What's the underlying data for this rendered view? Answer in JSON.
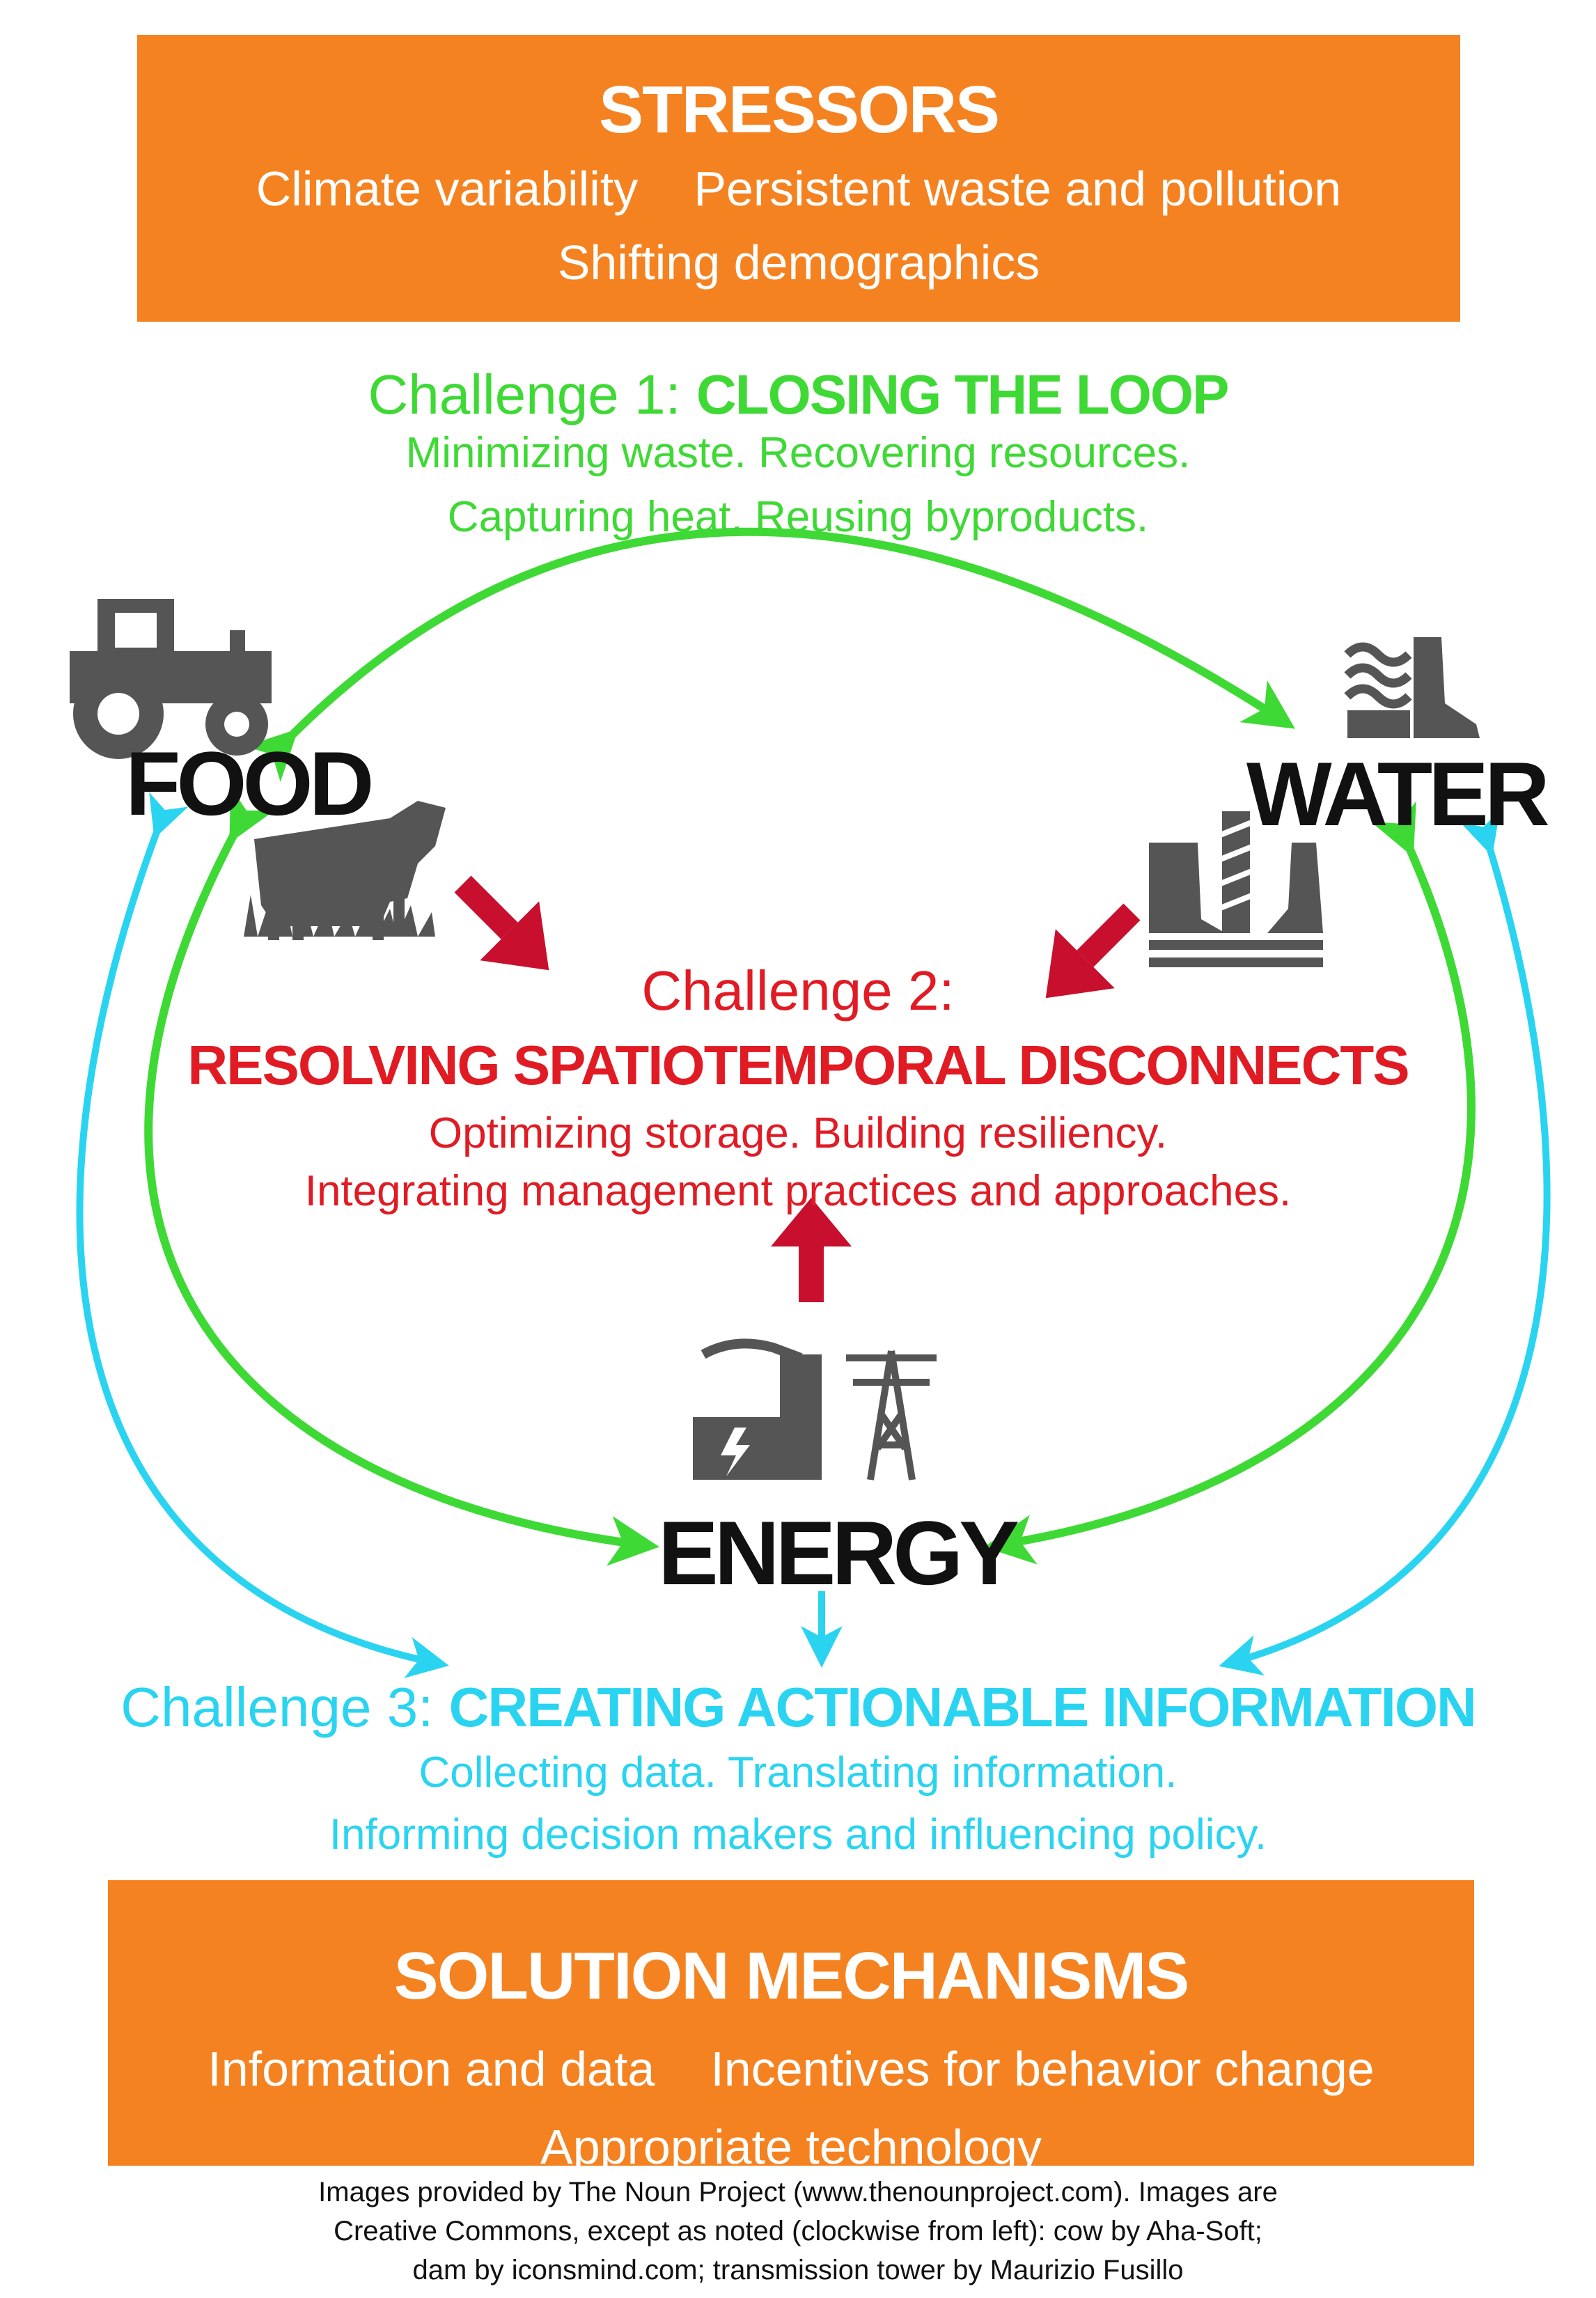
{
  "stressors": {
    "title": "STRESSORS",
    "items": [
      "Climate variability",
      "Persistent waste and pollution",
      "Shifting demographics"
    ]
  },
  "challenge1": {
    "prefix": "Challenge 1: ",
    "title": "CLOSING THE LOOP",
    "lines": [
      "Minimizing waste. Recovering resources.",
      "Capturing heat. Reusing byproducts."
    ],
    "color": "#3ed935"
  },
  "challenge2": {
    "prefix": "Challenge 2:",
    "title": "RESOLVING SPATIOTEMPORAL DISCONNECTS",
    "lines": [
      "Optimizing storage. Building resiliency.",
      "Integrating management practices and approaches."
    ],
    "color": "#e01b24"
  },
  "challenge3": {
    "prefix": "Challenge 3: ",
    "title": "CREATING ACTIONABLE INFORMATION",
    "lines": [
      "Collecting data. Translating information.",
      "Informing decision makers and influencing policy."
    ],
    "color": "#2ad4f0"
  },
  "nodes": {
    "food": "FOOD",
    "water": "WATER",
    "energy": "ENERGY"
  },
  "icons": {
    "food": [
      "tractor-icon",
      "cow-icon"
    ],
    "water": [
      "waves-icon",
      "dam-icon"
    ],
    "energy": [
      "power-plant-icon",
      "transmission-tower-icon"
    ]
  },
  "solutions": {
    "title": "SOLUTION MECHANISMS",
    "items": [
      "Information and data",
      "Incentives for behavior change",
      "Appropriate technology"
    ]
  },
  "credits": [
    "Images provided by The Noun Project (www.thenounproject.com). Images are",
    "Creative Commons, except as noted (clockwise from left): cow by Aha-Soft;",
    "dam by iconsmind.com; transmission tower by Maurizio Fusillo"
  ],
  "colors": {
    "orange": "#f58220",
    "green": "#3ed935",
    "red": "#c8102e",
    "cyan": "#2ad4f0",
    "icon": "#555555"
  }
}
